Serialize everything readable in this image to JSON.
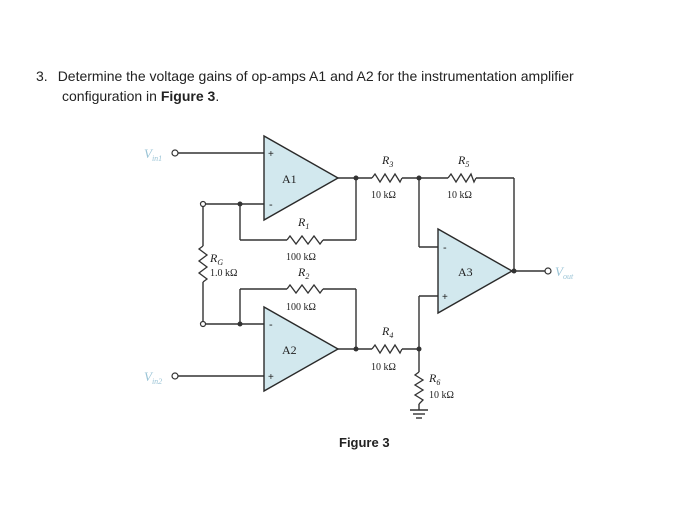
{
  "question": {
    "number": "3.",
    "text_line1": "Determine the voltage gains of op-amps A1 and A2 for the instrumentation amplifier",
    "text_line2_prefix": "configuration in ",
    "text_line2_bold": "Figure 3",
    "text_line2_suffix": "."
  },
  "figure": {
    "caption": "Figure 3",
    "inputs": {
      "vin1_main": "V",
      "vin1_sub": "in1",
      "vin2_main": "V",
      "vin2_sub": "in2",
      "vout_main": "V",
      "vout_sub": "out"
    },
    "opamps": {
      "a1": "A1",
      "a2": "A2",
      "a3": "A3"
    },
    "resistors": {
      "r1": {
        "name": "R",
        "sub": "1",
        "value": "100 kΩ"
      },
      "r2": {
        "name": "R",
        "sub": "2",
        "value": "100 kΩ"
      },
      "r3": {
        "name": "R",
        "sub": "3",
        "value": "10 kΩ"
      },
      "r4": {
        "name": "R",
        "sub": "4",
        "value": "10 kΩ"
      },
      "r5": {
        "name": "R",
        "sub": "5",
        "value": "10 kΩ"
      },
      "r6": {
        "name": "R",
        "sub": "6",
        "value": "10 kΩ"
      },
      "rg": {
        "name": "R",
        "sub": "G",
        "value": "1.0 kΩ"
      }
    },
    "signs": {
      "plus": "+",
      "minus": "-"
    }
  }
}
